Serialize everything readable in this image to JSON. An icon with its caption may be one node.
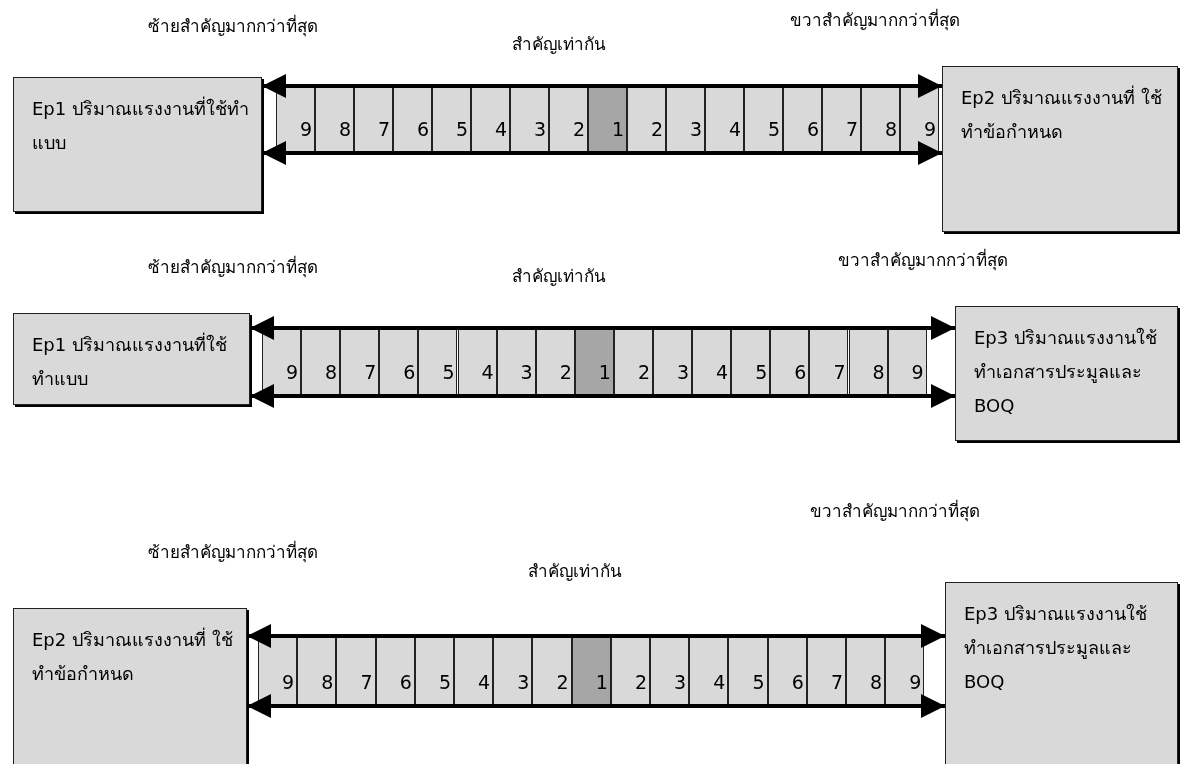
{
  "diagram": {
    "nodes": [
      {
        "text": [
          "Ep1 ปริมาณแรงงานที่ใช้ทำแบบ"
        ]
      },
      {
        "text": [
          "9"
        ]
      },
      {
        "text": [
          "8"
        ]
      },
      {
        "text": [
          "7"
        ]
      },
      {
        "text": [
          "6"
        ]
      },
      {
        "text": [
          "5"
        ]
      },
      {
        "text": [
          "4"
        ]
      },
      {
        "text": [
          "3"
        ]
      },
      {
        "text": [
          "2"
        ]
      },
      {
        "text": [
          "1"
        ]
      },
      {
        "text": [
          "2"
        ]
      },
      {
        "text": [
          "3"
        ]
      },
      {
        "text": [
          "4"
        ]
      },
      {
        "text": [
          "5"
        ]
      },
      {
        "text": [
          "6"
        ]
      },
      {
        "text": [
          "7"
        ]
      },
      {
        "text": [
          "8"
        ]
      },
      {
        "text": [
          "9"
        ]
      },
      {
        "text": [
          "Ep2  ปริมาณแรงงานที่ ใช้ทำข้อกำหนด"
        ]
      },
      {
        "text": [
          "Ep1 ปริมาณแรงงานที่ใช้ทำแบบ"
        ]
      },
      {
        "text": [
          "9"
        ]
      },
      {
        "text": [
          "8"
        ]
      },
      {
        "text": [
          "7"
        ]
      },
      {
        "text": [
          "6"
        ]
      },
      {
        "text": [
          "5"
        ]
      },
      {
        "text": [
          "4"
        ]
      },
      {
        "text": [
          "3"
        ]
      },
      {
        "text": [
          "2"
        ]
      },
      {
        "text": [
          "1"
        ]
      },
      {
        "text": [
          "2"
        ]
      },
      {
        "text": [
          "3"
        ]
      },
      {
        "text": [
          "4"
        ]
      },
      {
        "text": [
          "5"
        ]
      },
      {
        "text": [
          "6"
        ]
      },
      {
        "text": [
          "7"
        ]
      },
      {
        "text": [
          "8"
        ]
      },
      {
        "text": [
          "9"
        ]
      },
      {
        "text": [
          "Ep3  ปริมาณแรงงานใช้ทำเอกสารประมูลและ BOQ"
        ]
      },
      {
        "text": [
          "Ep2  ปริมาณแรงงานที่ ใช้ทำข้อกำหนด"
        ]
      },
      {
        "text": [
          "9"
        ]
      },
      {
        "text": [
          "8"
        ]
      },
      {
        "text": [
          "7"
        ]
      },
      {
        "text": [
          "6"
        ]
      },
      {
        "text": [
          "5"
        ]
      },
      {
        "text": [
          "4"
        ]
      },
      {
        "text": [
          "3"
        ]
      },
      {
        "text": [
          "2"
        ]
      },
      {
        "text": [
          "1"
        ]
      },
      {
        "text": [
          "2"
        ]
      },
      {
        "text": [
          "3"
        ]
      },
      {
        "text": [
          "4"
        ]
      },
      {
        "text": [
          "5"
        ]
      },
      {
        "text": [
          "6"
        ]
      },
      {
        "text": [
          "7"
        ]
      },
      {
        "text": [
          "8"
        ]
      },
      {
        "text": [
          "9"
        ]
      },
      {
        "text": [
          "Ep3  ปริมาณแรงงานใช้ทำเอกสารประมูลและ BOQ"
        ]
      }
    ],
    "edges": [
      {
        "from": 0,
        "to": 18,
        "arrow": "both"
      },
      {
        "from": 0,
        "to": 18,
        "arrow": "both"
      },
      {
        "from": 19,
        "to": 37,
        "arrow": "both"
      },
      {
        "from": 19,
        "to": 37,
        "arrow": "both"
      },
      {
        "from": 38,
        "to": 56,
        "arrow": "both"
      },
      {
        "from": 38,
        "to": 56,
        "arrow": "both"
      }
    ],
    "labels": [
      "ซ้ายสำคัญมากกว่าที่สุด",
      "สำคัญเท่ากัน",
      "ขวาสำคัญมากกว่าที่สุด",
      "ซ้ายสำคัญมากกว่าที่สุด",
      "สำคัญเท่ากัน",
      "ขวาสำคัญมากกว่าที่สุด",
      "ขวาสำคัญมากกว่าที่สุด",
      "ซ้ายสำคัญมากกว่าที่สุด",
      "สำคัญเท่ากัน"
    ]
  }
}
